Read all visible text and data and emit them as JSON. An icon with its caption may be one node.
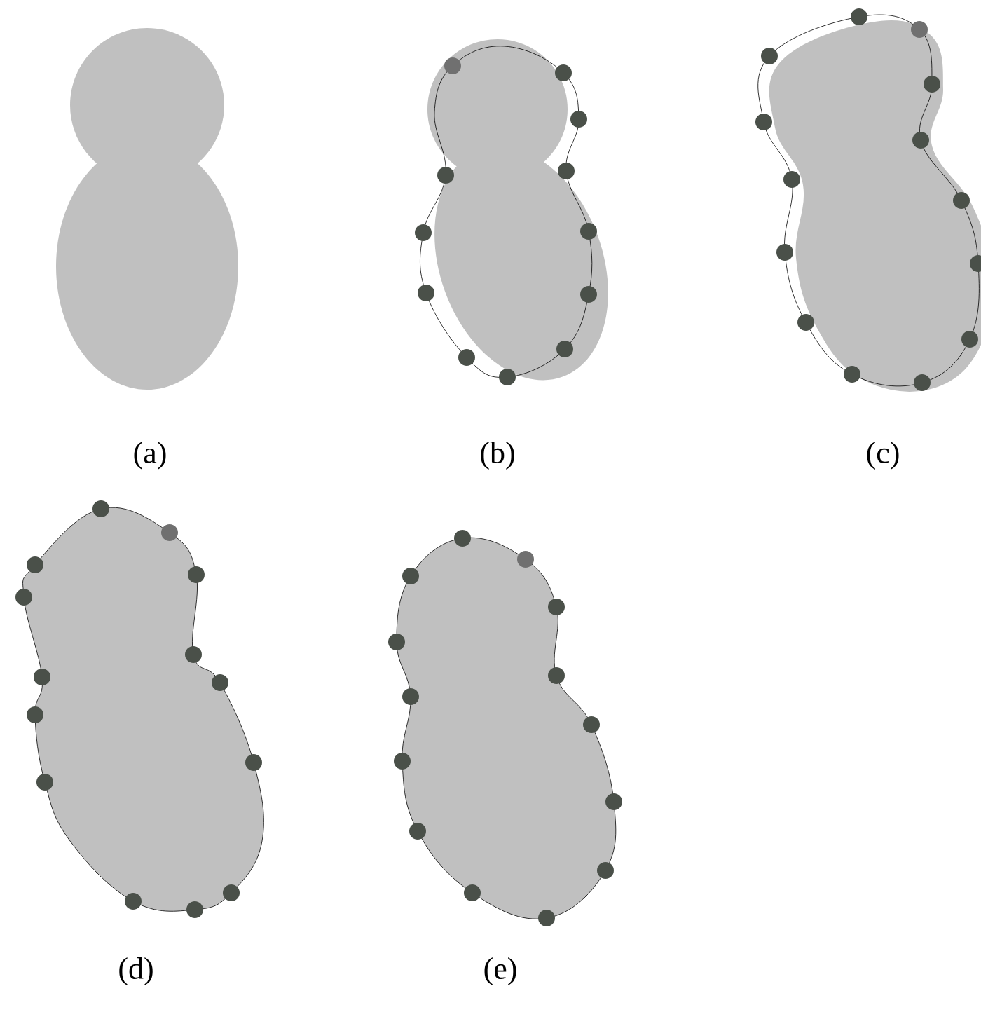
{
  "diagram": {
    "labels": [
      "(a)",
      "(b)",
      "(c)",
      "(d)",
      "(e)"
    ]
  }
}
